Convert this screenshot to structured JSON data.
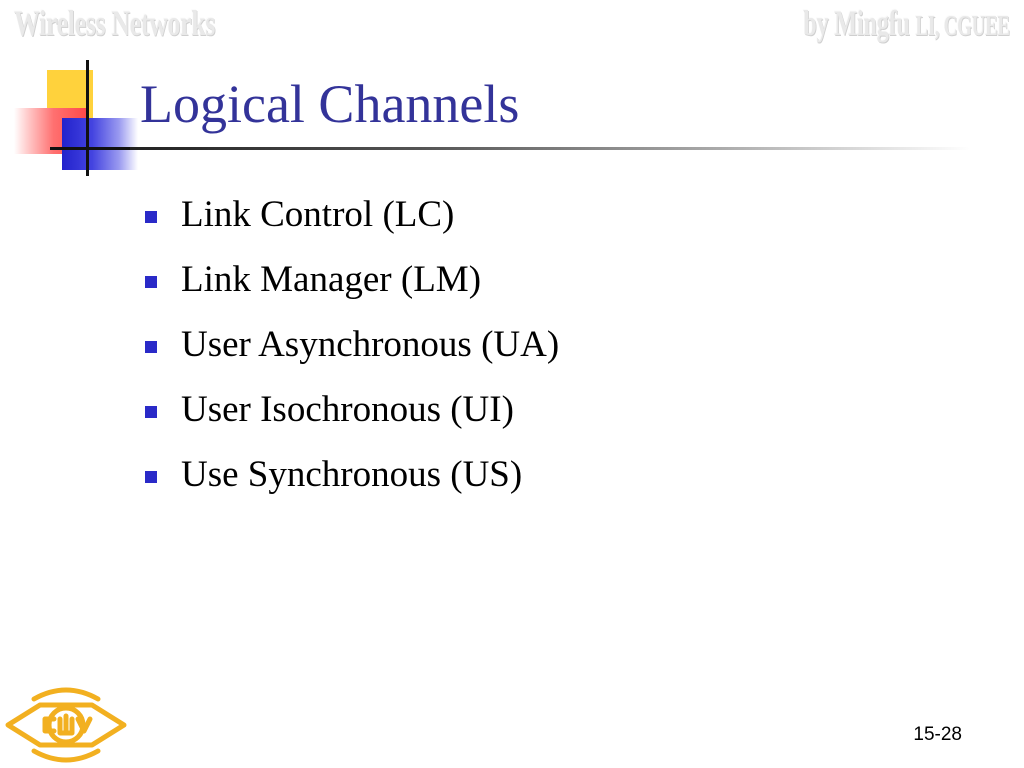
{
  "header": {
    "course": "Wireless Networks",
    "author_prefix": "by Mingfu",
    "author_suffix": "LI, CGUEE"
  },
  "slide": {
    "title": "Logical Channels",
    "bullets": [
      "Link Control (LC)",
      "Link Manager (LM)",
      "User Asynchronous (UA)",
      "User Isochronous (UI)",
      "Use Synchronous (US)"
    ],
    "page_number": "15-28"
  },
  "colors": {
    "title": "#333399",
    "bullet_marker": "#2a2ac8",
    "logo": "#f2b020",
    "deco_yellow": "#ffd23c",
    "deco_red": "#ff4a4a",
    "deco_blue": "#2222cc"
  },
  "icons": {
    "logo": "cgu-university-seal-icon",
    "bullet": "square-bullet-icon"
  }
}
